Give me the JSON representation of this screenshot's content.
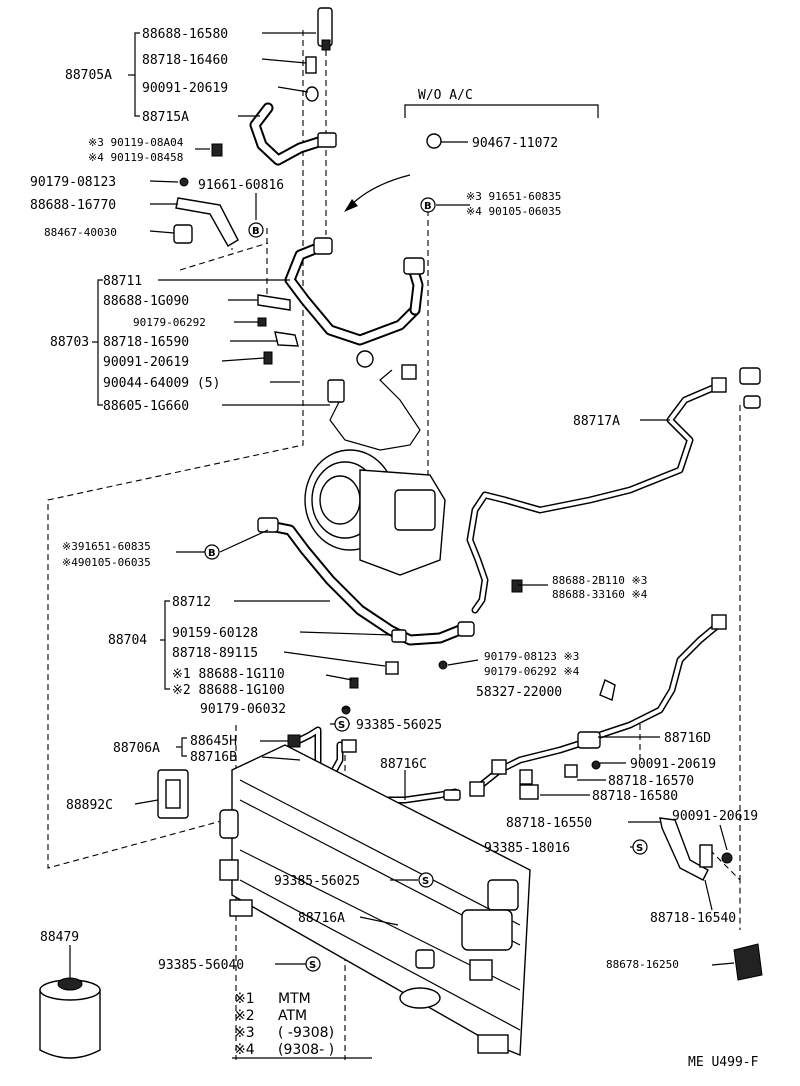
{
  "header": {
    "wo_ac": "W/O  A/C"
  },
  "groups": {
    "g88705": "88705A",
    "g88703": "88703",
    "g88704": "88704",
    "g88706": "88706A"
  },
  "labels": {
    "p88688_16580": "88688-16580",
    "p88718_16460": "88718-16460",
    "p90091_20619_a": "90091-20619",
    "p88715A": "88715A",
    "p90119_08A04": "※3 90119-08A04",
    "p90119_08458": "※4 90119-08458",
    "p90179_08123_a": "90179-08123",
    "p91661_60816": "91661-60816",
    "p88688_16770": "88688-16770",
    "p88467_40030": "88467-40030",
    "p88711": "88711",
    "p88688_1G090": "88688-1G090",
    "p90179_06292_a": "90179-06292",
    "p88718_16590": "88718-16590",
    "p90091_20619_b": "90091-20619",
    "p90044_64009": "90044-64009 (5)",
    "p88605_1G660": "88605-1G660",
    "p90467_11072": "90467-11072",
    "p91651_60835_a": "※3 91651-60835",
    "p90105_06035_a": "※4 90105-06035",
    "p88717A": "88717A",
    "p91651_60835_b": "※391651-60835",
    "p90105_06035_b": "※490105-06035",
    "p88688_2B110": "88688-2B110 ※3",
    "p88688_33160": "88688-33160 ※4",
    "p88712": "88712",
    "p90159_60128": "90159-60128",
    "p88718_89115": "88718-89115",
    "p88688_1G110": "※1  88688-1G110",
    "p88688_1G100": "※2  88688-1G100",
    "p90179_08123_b": "90179-08123 ※3",
    "p90179_06292_b": "90179-06292 ※4",
    "p58327_22000": "58327-22000",
    "p90179_06032": "90179-06032",
    "p93385_56025_a": "93385-56025",
    "p88645H": "88645H",
    "p88716B": "88716B",
    "p88716D": "88716D",
    "p88716C": "88716C",
    "p90091_20619_c": "90091-20619",
    "p88718_16570": "88718-16570",
    "p88718_16580": "88718-16580",
    "p88892C": "88892C",
    "p88718_16550": "88718-16550",
    "p90091_20619_d": "90091-20619",
    "p93385_18016": "93385-18016",
    "p93385_56025_b": "93385-56025",
    "p88716A": "88716A",
    "p88718_16540": "88718-16540",
    "p88479": "88479",
    "p93385_56040": "93385-56040",
    "p88678_16250": "88678-16250"
  },
  "markers": {
    "b": "B",
    "s": "S"
  },
  "legend": [
    {
      "mark": "※1",
      "text": "MTM"
    },
    {
      "mark": "※2",
      "text": "ATM"
    },
    {
      "mark": "※3",
      "text": "(      -9308)"
    },
    {
      "mark": "※4",
      "text": "(9308-      )"
    }
  ],
  "footer": {
    "code": "ME U499-F"
  }
}
